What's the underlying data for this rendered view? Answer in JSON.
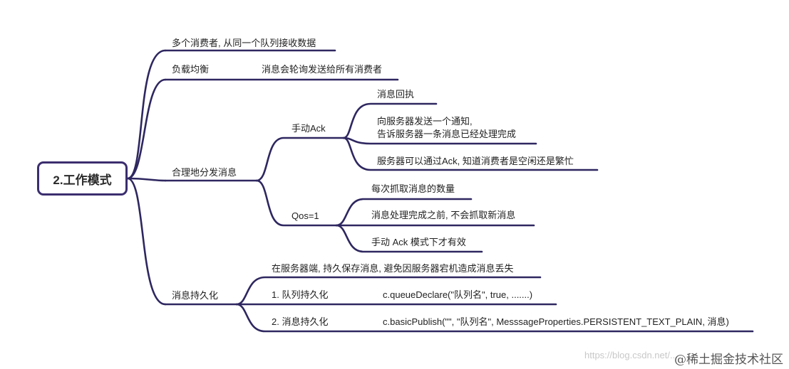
{
  "root": {
    "label": "2.工作模式"
  },
  "colors": {
    "line": "#2e2760",
    "root_border": "#3b2e6e"
  },
  "nodes": {
    "multi_consumer": "多个消费者, 从同一个队列接收数据",
    "load_balance": "负载均衡",
    "load_balance_desc": "消息会轮询发送给所有消费者",
    "fair_dispatch": "合理地分发消息",
    "manual_ack": "手动Ack",
    "ack_receipt": "消息回执",
    "ack_notify_line1": "向服务器发送一个通知,",
    "ack_notify_line2": "告诉服务器一条消息已经处理完成",
    "ack_busy": "服务器可以通过Ack, 知道消费者是空闲还是繁忙",
    "qos": "Qos=1",
    "qos_count": "每次抓取消息的数量",
    "qos_before_done": "消息处理完成之前, 不会抓取新消息",
    "qos_manual_only": "手动 Ack 模式下才有效",
    "persistence": "消息持久化",
    "persist_desc": "在服务器端, 持久保存消息, 避免因服务器宕机造成消息丢失",
    "queue_persist": "1. 队列持久化",
    "queue_persist_code": "c.queueDeclare(\"队列名\", true, .......)",
    "msg_persist": "2. 消息持久化",
    "msg_persist_code": "c.basicPublish(\"\", \"队列名\", MesssageProperties.PERSISTENT_TEXT_PLAIN, 消息)"
  },
  "watermark": {
    "text": "@稀土掘金技术社区",
    "faint_text": "https://blog.csdn.net/..."
  }
}
